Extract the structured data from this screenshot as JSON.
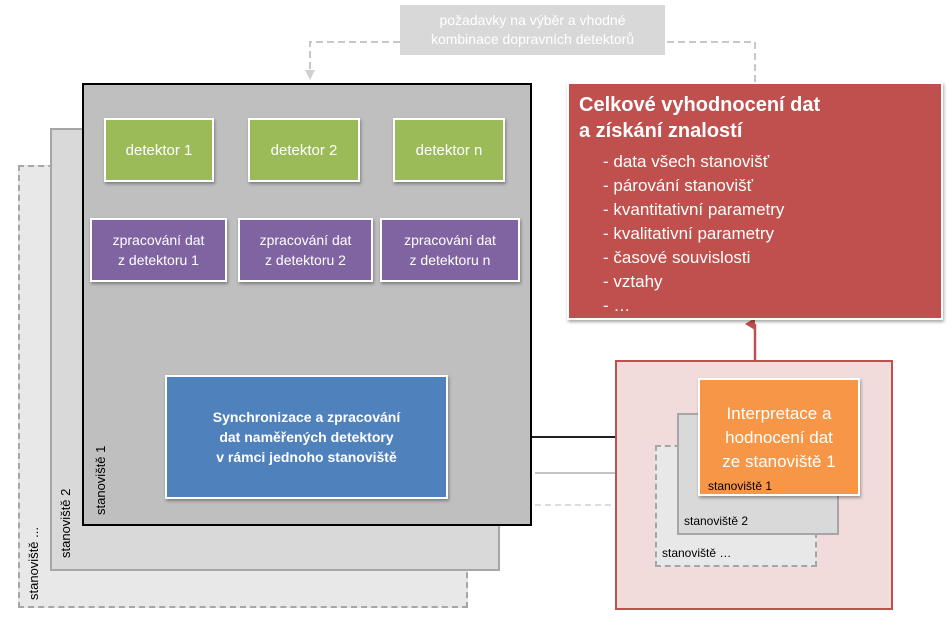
{
  "requirements": {
    "line1": "požadavky  na výběr a vhodné",
    "line2": "kombinace  dopravních  detektorů"
  },
  "stations": {
    "s1": "stanoviště  1",
    "s2": "stanoviště  2",
    "s_more": "stanoviště  ..."
  },
  "detectors": [
    {
      "label": "detektor  1"
    },
    {
      "label": "detektor  2"
    },
    {
      "label": "detektor  n"
    }
  ],
  "processing": [
    {
      "line1": "zpracování  dat",
      "line2": "z detektoru  1"
    },
    {
      "line1": "zpracování  dat",
      "line2": "z detektoru  2"
    },
    {
      "line1": "zpracování  dat",
      "line2": "z detektoru  n"
    }
  ],
  "sync": {
    "line1": "Synchronizace  a zpracování",
    "line2": "dat naměřených  detektory",
    "line3": "v rámci jednoho stanoviště"
  },
  "overall": {
    "title1": "Celkové vyhodnocení dat",
    "title2": "a získání znalostí",
    "items": [
      "data všech  stanovišť",
      "párování  stanovišť",
      "kvantitativní  parametry",
      "kvalitativní  parametry",
      "časové  souvislosti",
      "vztahy",
      "…"
    ]
  },
  "interpretation": {
    "line1": "Interpretace a",
    "line2": "hodnocení dat",
    "line3": "ze stanoviště 1",
    "station1": "stanoviště 1",
    "station2": "stanoviště 2",
    "station_more": "stanoviště …"
  },
  "colors": {
    "green": "#9bbb59",
    "purple": "#8064a2",
    "blue": "#4f81bd",
    "red": "#c0504d",
    "orange": "#f79646",
    "pink": "#f2dcdb"
  }
}
